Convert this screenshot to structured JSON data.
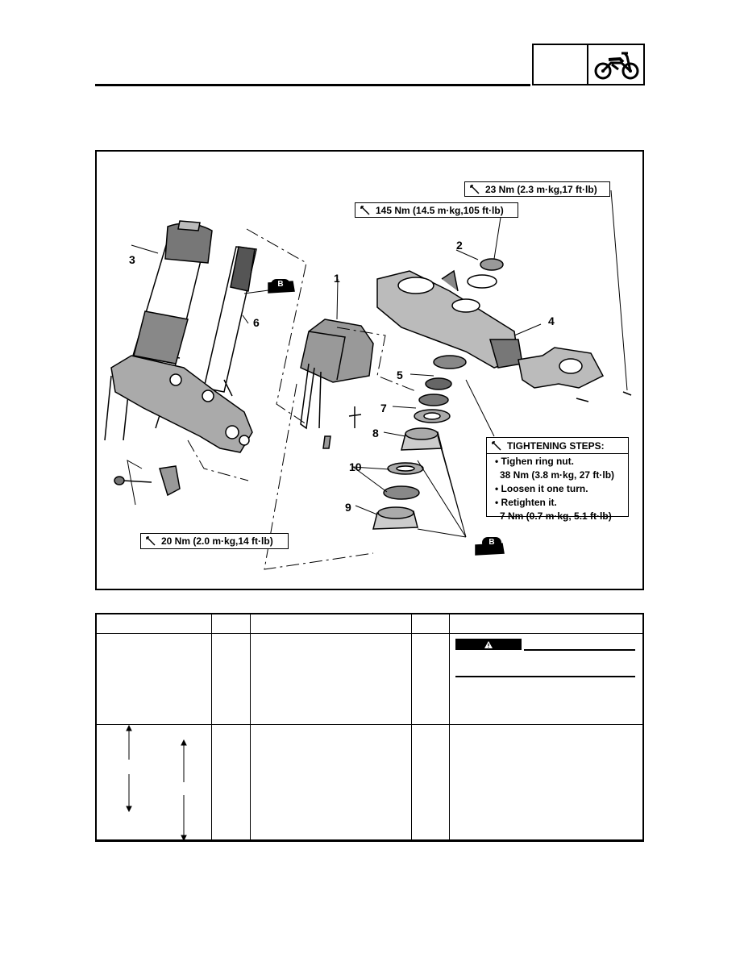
{
  "header": {
    "icon": "motorcycle-icon"
  },
  "diagram": {
    "torque_top_right": "23 Nm (2.3 m·kg,17 ft·lb)",
    "torque_top": "145 Nm (14.5 m·kg,105 ft·lb)",
    "torque_bottom": "20 Nm (2.0 m·kg,14 ft·lb)",
    "tightening": {
      "title": "TIGHTENING STEPS:",
      "lines": [
        "• Tighen ring nut.",
        "38 Nm (3.8 m·kg, 27 ft·lb)",
        "• Loosen it one turn.",
        "• Retighten it.",
        "7 Nm (0.7 m·kg, 5.1 ft·lb)"
      ]
    },
    "grease_letter": "B",
    "callouts": [
      "1",
      "2",
      "3",
      "4",
      "5",
      "6",
      "7",
      "8",
      "9",
      "10"
    ]
  },
  "table": {
    "warning_icon": "warning-triangle-icon"
  }
}
